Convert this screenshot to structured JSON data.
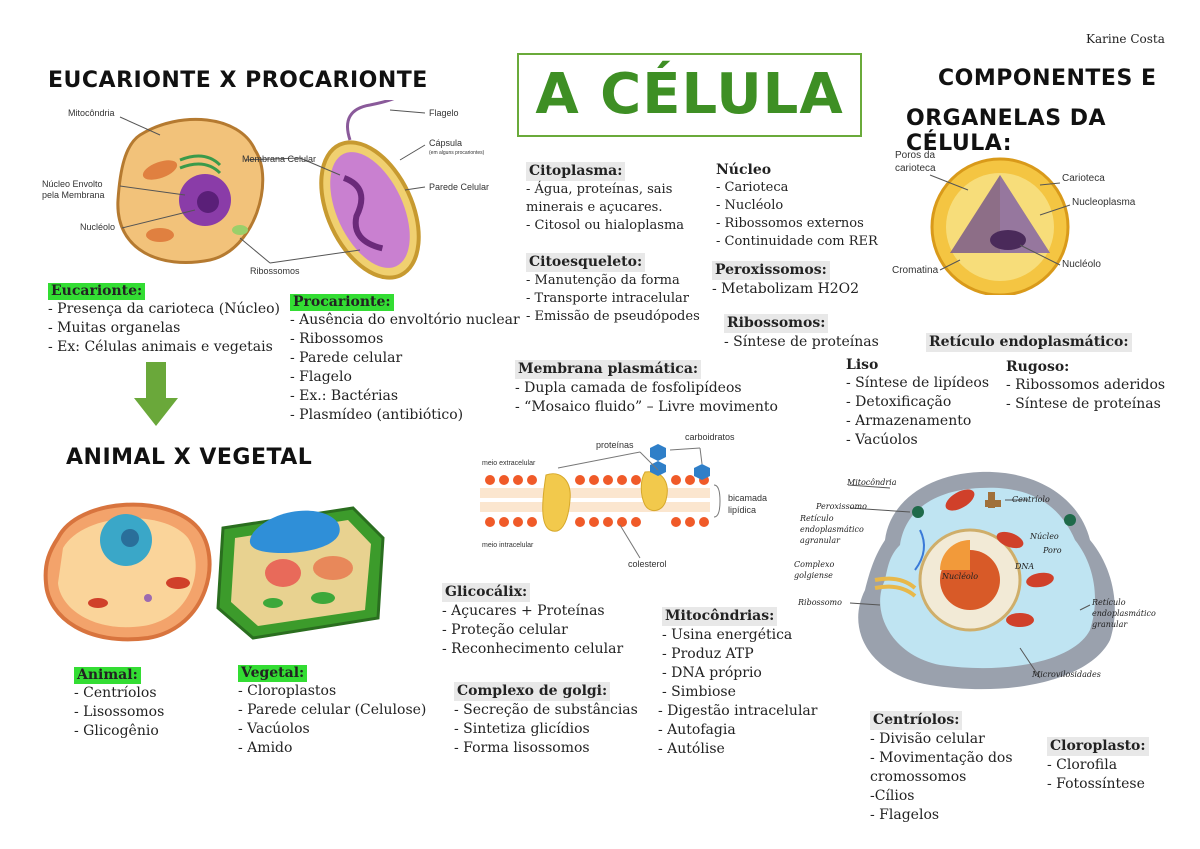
{
  "author": "Karine Costa",
  "titles": {
    "main": "A CÉLULA",
    "euk_vs_prok": "EUCARIONTE X PROCARIONTE",
    "animal_vs_vegetal": "ANIMAL X VEGETAL",
    "components_line1": "COMPONENTES E",
    "components_line2": "ORGANELAS DA CÉLULA:"
  },
  "euk_diagram_labels": {
    "mitocondria": "Mitocôndria",
    "nucleo": "Núcleo Envolto",
    "nucleo2": "pela Membrana",
    "nucleolo": "Nucléolo",
    "membrana": "Membrana Celular",
    "ribossomos": "Ribossomos",
    "flagelo": "Flagelo",
    "capsula": "Cápsula",
    "capsula_note": "(em alguns procariontes)",
    "parede": "Parede Celular"
  },
  "eucarionte": {
    "heading": "Eucarionte:",
    "items": [
      "- Presença da carioteca (Núcleo)",
      "- Muitas organelas",
      "- Ex: Células animais e vegetais"
    ]
  },
  "procarionte": {
    "heading": "Procarionte:",
    "items": [
      "- Ausência do envoltório nuclear",
      "- Ribossomos",
      "- Parede celular",
      "- Flagelo",
      "- Ex.: Bactérias",
      "- Plasmídeo (antibiótico)"
    ]
  },
  "animal": {
    "heading": "Animal:",
    "items": [
      "- Centríolos",
      "- Lisossomos",
      "- Glicogênio"
    ]
  },
  "vegetal": {
    "heading": "Vegetal:",
    "items": [
      "- Cloroplastos",
      "- Parede celular (Celulose)",
      "- Vacúolos",
      "- Amido"
    ]
  },
  "citoplasma": {
    "heading": "Citoplasma:",
    "items": [
      "- Água, proteínas, sais",
      "minerais e açucares.",
      "- Citosol ou hialoplasma"
    ]
  },
  "citoesqueleto": {
    "heading": "Citoesqueleto:",
    "items": [
      "- Manutenção da forma",
      "- Transporte intracelular",
      "- Emissão de pseudópodes"
    ]
  },
  "nucleo": {
    "heading": "Núcleo",
    "items": [
      "- Carioteca",
      "- Nucléolo",
      "- Ribossomos externos",
      "- Continuidade com RER"
    ]
  },
  "peroxissomos": {
    "heading": "Peroxissomos:",
    "items": [
      "- Metabolizam H2O2"
    ]
  },
  "ribossomos": {
    "heading": "Ribossomos:",
    "items": [
      "- Síntese de proteínas"
    ]
  },
  "membrana_plasmatica": {
    "heading": "Membrana plasmática:",
    "items": [
      "- Dupla camada de fosfolipídeos",
      "- “Mosaico fluido” – Livre movimento"
    ]
  },
  "membrana_diagram": {
    "proteinas": "proteínas",
    "carboidratos": "carboidratos",
    "meio_extracelular": "meio extracelular",
    "meio_intracelular": "meio intracelular",
    "bicamada": "bicamada",
    "lipidica": "lipídica",
    "colesterol": "colesterol"
  },
  "reticulo": {
    "heading": "Retículo endoplasmático:",
    "liso_heading": "Liso",
    "liso_items": [
      "- Síntese de lipídeos",
      "- Detoxificação",
      "- Armazenamento",
      "- Vacúolos"
    ],
    "rugoso_heading": "Rugoso:",
    "rugoso_items": [
      "- Ribossomos aderidos",
      "- Síntese de proteínas"
    ]
  },
  "nucleus_diagram": {
    "poros": "Poros da",
    "carioteca_l": "carioteca",
    "carioteca": "Carioteca",
    "nucleoplasma": "Nucleoplasma",
    "cromatina": "Cromatina",
    "nucleolo": "Nucléolo"
  },
  "cell_diagram": {
    "mitocondria": "Mitocôndria",
    "peroxissomo": "Peroxissomo",
    "ret_agranular1": "Retículo",
    "ret_agranular2": "endoplasmático",
    "ret_agranular3": "agranular",
    "complexo1": "Complexo",
    "complexo2": "golgiense",
    "ribossomo": "Ribossomo",
    "centriolo": "Centríolo",
    "nucleo": "Núcleo",
    "poro": "Poro",
    "dna": "DNA",
    "nucleolo": "Nucléolo",
    "ret_granular1": "Retículo",
    "ret_granular2": "endoplasmático",
    "ret_granular3": "granular",
    "microvilosidades": "Microvilosidades"
  },
  "glicocalix": {
    "heading": "Glicocálix:",
    "items": [
      "- Açucares + Proteínas",
      "- Proteção celular",
      "- Reconhecimento celular"
    ]
  },
  "mitocondrias": {
    "heading": "Mitocôndrias:",
    "items": [
      "- Usina energética",
      "- Produz ATP",
      "- DNA próprio",
      "- Simbiose"
    ]
  },
  "golgi": {
    "heading": "Complexo de golgi:",
    "items": [
      "- Secreção de substâncias",
      "- Sintetiza glicídios",
      "- Forma lisossomos"
    ]
  },
  "lisossomos": {
    "items": [
      "- Digestão intracelular",
      "- Autofagia",
      "- Autólise"
    ]
  },
  "centriolos": {
    "heading": "Centríolos:",
    "items": [
      "- Divisão celular",
      "- Movimentação dos",
      "cromossomos",
      "-Cílios",
      "- Flagelos"
    ]
  },
  "cloroplasto": {
    "heading": "Cloroplasto:",
    "items": [
      "- Clorofila",
      "- Fotossíntese"
    ]
  }
}
